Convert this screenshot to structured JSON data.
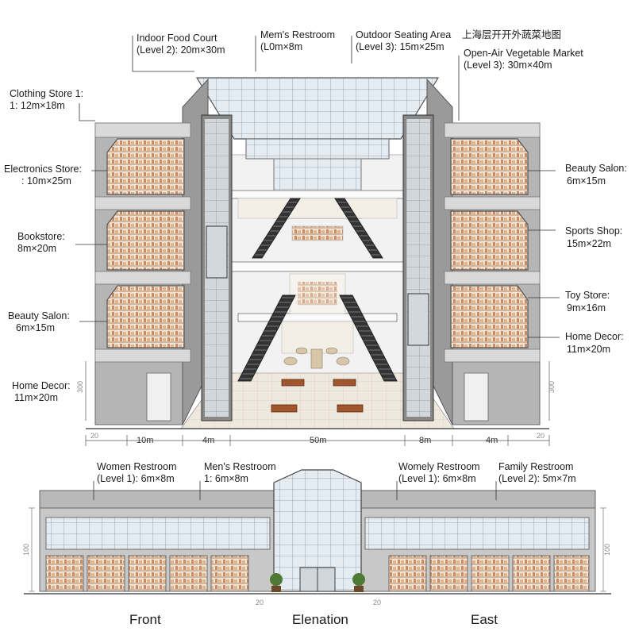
{
  "section_labels": {
    "food_court": [
      "Indoor Food Court",
      "(Level 2): 20m×30m"
    ],
    "mens_top": [
      "Mem's Restroom",
      "(L0m×8m"
    ],
    "outdoor_seating": [
      "Outdoor Seating Area",
      "(Level 3): 15m×25m"
    ],
    "chinese_title": "上海层开开外蔬菜地图",
    "vegetable_market": [
      "Open-Air Vegetable Market",
      "(Level 3): 30m×40m"
    ],
    "clothing": [
      "Clothing Store 1:",
      "1: 12m×18m"
    ],
    "electronics": [
      "Electronics Store:",
      ": 10m×25m"
    ],
    "bookstore": [
      "Bookstore:",
      "8m×20m"
    ],
    "beauty_left": [
      "Beauty Salon:",
      "6m×15m"
    ],
    "home_left": [
      "Home Decor:",
      "11m×20m"
    ],
    "beauty_right": [
      "Beauty Salon:",
      "6m×15m"
    ],
    "sports": [
      "Sports Shop:",
      "15m×22m"
    ],
    "toy": [
      "Toy Store:",
      "9m×16m"
    ],
    "home_right": [
      "Home Decor:",
      "11m×20m"
    ]
  },
  "section_dims": {
    "left_small": "20",
    "left_width": "10m",
    "left_gap": "4m",
    "center": "50m",
    "right_gap": "8m",
    "right_width": "4m",
    "right_small": "20",
    "left_height": "300",
    "right_height": "300"
  },
  "elevation_labels": {
    "women_left": [
      "Women Restroom",
      "(Level 1): 6m×8m"
    ],
    "mens_bottom": [
      "Men's Restroom",
      "1: 6m×8m"
    ],
    "women_right": [
      "Womely Restroom",
      "(Level 1): 6m×8m"
    ],
    "family": [
      "Family Restroom",
      "(Level 2): 5m×7m"
    ]
  },
  "elevation_dims": {
    "left_height": "100",
    "right_height": "100",
    "bottom_left": "20",
    "bottom_right": "20"
  },
  "captions": {
    "front": "Front",
    "elevation": "Elenation",
    "east": "East"
  },
  "colors": {
    "building_gray": "#b4b4b4",
    "dark_gray": "#8f8f8f",
    "glass": "#dfe7ee",
    "floor": "#eae3d6",
    "shop_warm": "#e8cdb4",
    "accent_red": "#c9542e"
  }
}
